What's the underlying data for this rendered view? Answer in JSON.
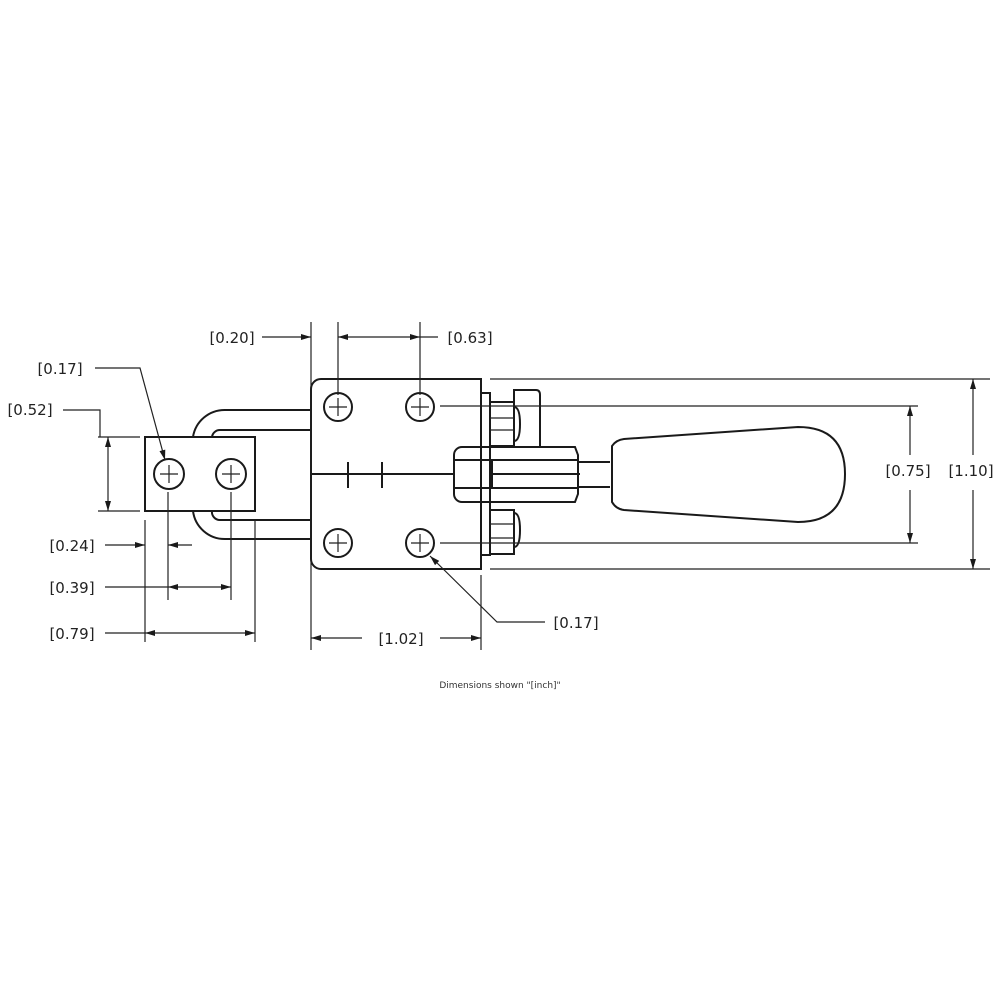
{
  "drawing": {
    "caption": "Dimensions shown \"[inch]\"",
    "line_color": "#1a1a1a",
    "dimensions": {
      "hole_dia_small_block": "[0.17]",
      "block_height": "[0.52]",
      "block_edge_to_hole": "[0.24]",
      "block_hole_spacing": "[0.39]",
      "block_width": "[0.79]",
      "base_edge_to_hole": "[0.20]",
      "base_hole_spacing_x": "[0.63]",
      "base_width": "[1.02]",
      "hole_dia_base": "[0.17]",
      "base_hole_spacing_y": "[0.75]",
      "base_height": "[1.10]"
    }
  }
}
